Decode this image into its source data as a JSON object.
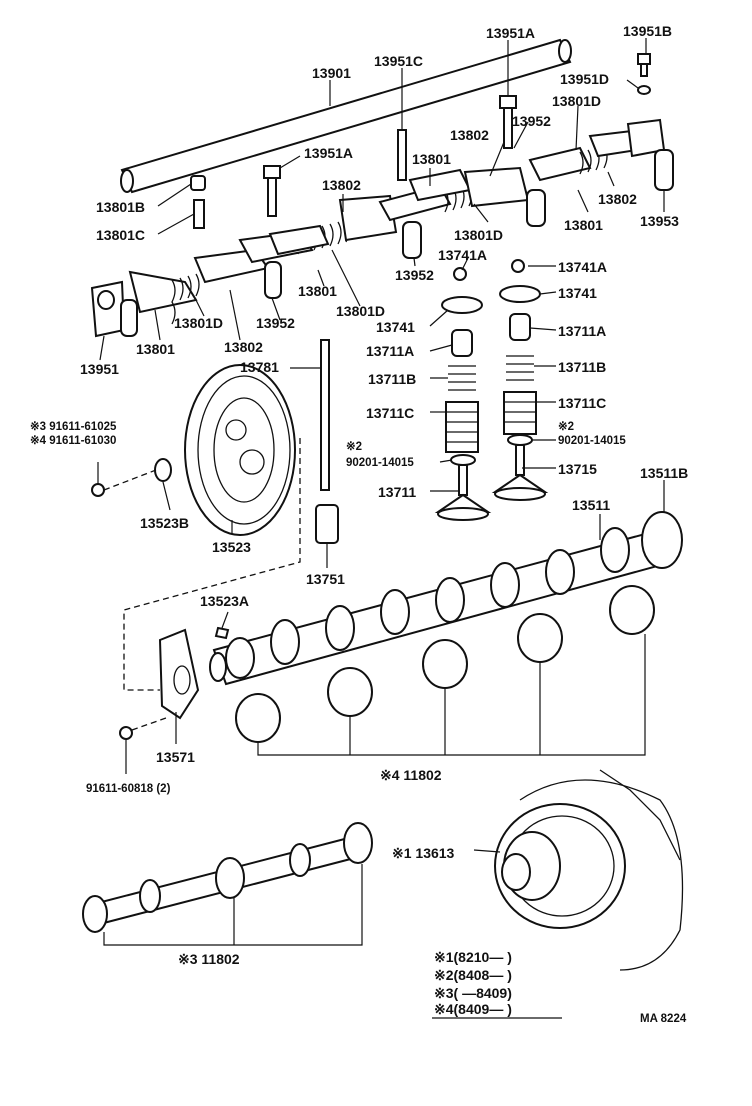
{
  "parts": {
    "p13901": "13901",
    "p13951C": "13951C",
    "p13951A_top": "13951A",
    "p13951B": "13951B",
    "p13951D": "13951D",
    "p13801D_top": "13801D",
    "p13802_top": "13802",
    "p13952_top": "13952",
    "p13801_mid": "13801",
    "p13951A_mid": "13951A",
    "p13801B": "13801B",
    "p13801C": "13801C",
    "p13802_mid": "13802",
    "p13801D_mid": "13801D",
    "p13802_right": "13802",
    "p13801_right": "13801",
    "p13953": "13953",
    "p13952_mid": "13952",
    "p13741A_left": "13741A",
    "p13741A_right": "13741A",
    "p13741_right": "13741",
    "p13741_left": "13741",
    "p13801_lower": "13801",
    "p13801D_lower": "13801D",
    "p13801D_left": "13801D",
    "p13952_low": "13952",
    "p13802_low": "13802",
    "p13951": "13951",
    "p13801_left": "13801",
    "p13711A_left": "13711A",
    "p13711A_right": "13711A",
    "p13781": "13781",
    "p13711B_left": "13711B",
    "p13711B_right": "13711B",
    "p13711C_left": "13711C",
    "p13711C_right": "13711C",
    "note3_a": "※3 91611-61025",
    "note4_a": "※4 91611-61030",
    "note2_left_mark": "※2",
    "note2_left_num": "90201-14015",
    "note2_right_mark": "※2",
    "note2_right_num": "90201-14015",
    "p13715": "13715",
    "p13511B": "13511B",
    "p13711": "13711",
    "p13511": "13511",
    "p13523B": "13523B",
    "p13523": "13523",
    "p13751": "13751",
    "p13523A": "13523A",
    "p13571": "13571",
    "bolt_91611": "91611-60818 (2)",
    "bearing_4": "※4 11802",
    "p13613": "※1 13613",
    "bearing_3": "※3 11802",
    "diagram_code": "MA  8224"
  },
  "legend": {
    "l1": "※1(8210—        )",
    "l2": "※2(8408—        )",
    "l3": "※3(            —8409)",
    "l4": "※4(8409—        )"
  },
  "colors": {
    "ink": "#111111",
    "paper": "#ffffff"
  }
}
